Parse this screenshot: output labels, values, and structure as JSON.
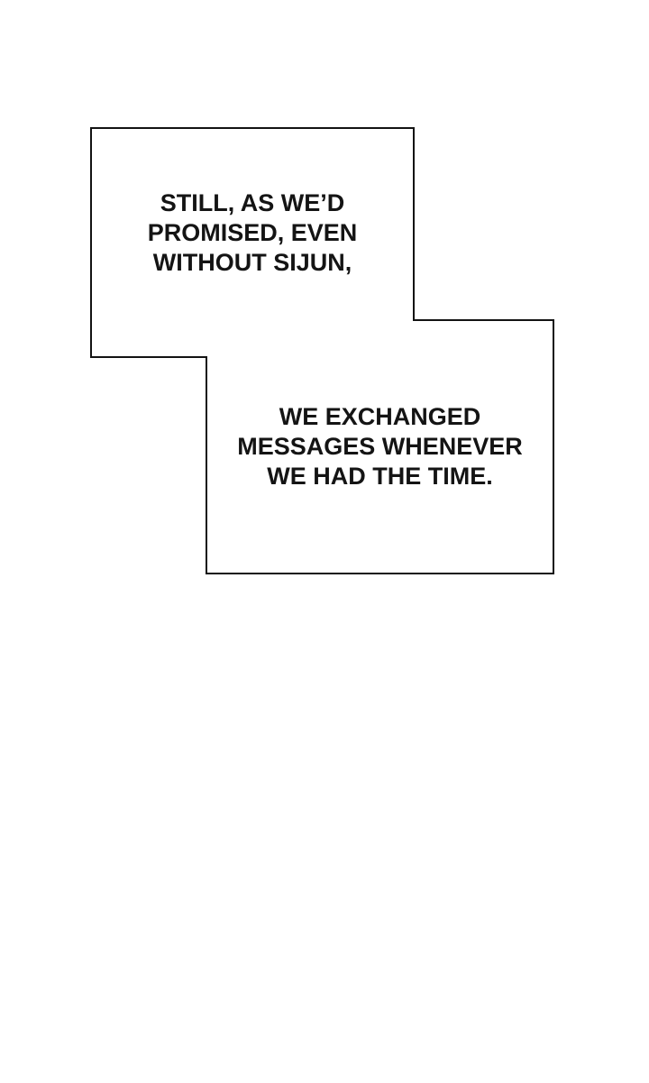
{
  "panel": {
    "background_color": "#ffffff",
    "box_fill": "#ffffff",
    "box_border_color": "#131313",
    "text_color": "#141414",
    "captions": [
      {
        "lines": [
          "STILL, AS WE’D",
          "PROMISED, EVEN",
          "WITHOUT SIJUN,"
        ]
      },
      {
        "lines": [
          "WE EXCHANGED",
          "MESSAGES WHENEVER",
          "WE HAD THE TIME."
        ]
      }
    ]
  }
}
